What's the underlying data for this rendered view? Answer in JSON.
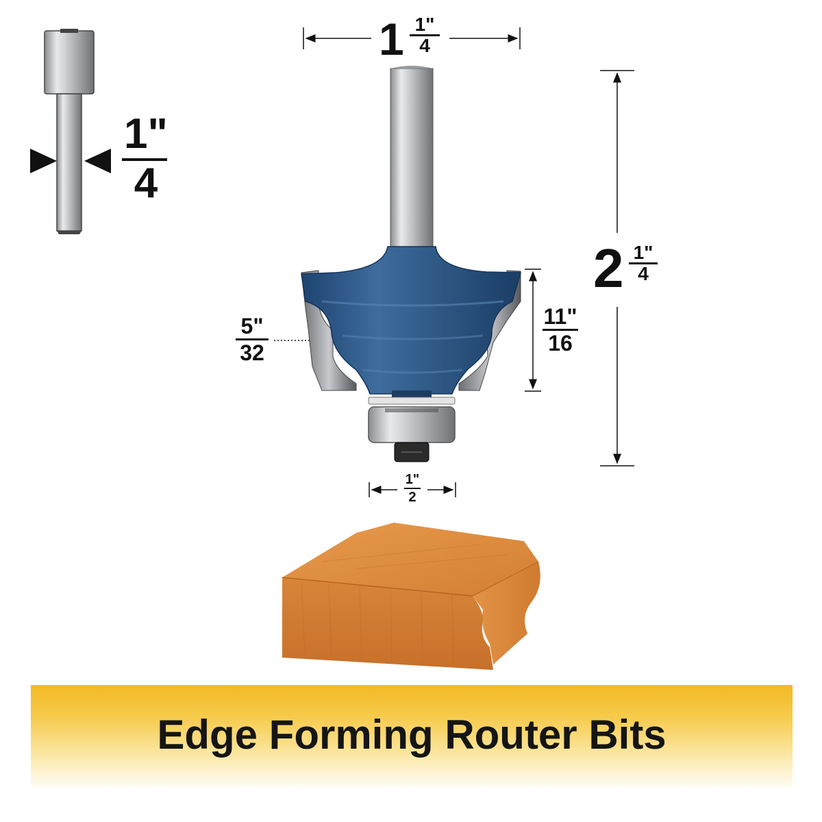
{
  "banner": {
    "title": "Edge Forming Router Bits"
  },
  "dimensions": {
    "cutting_width": {
      "whole": "1",
      "numerator": "1\"",
      "denominator": "4"
    },
    "shank": {
      "numerator": "1\"",
      "denominator": "4"
    },
    "overall_length": {
      "whole": "2",
      "numerator": "1\"",
      "denominator": "4"
    },
    "cutting_length": {
      "numerator": "11\"",
      "denominator": "16"
    },
    "radius": {
      "numerator": "5\"",
      "denominator": "32"
    },
    "bearing": {
      "numerator": "1\"",
      "denominator": "2"
    }
  },
  "colors": {
    "bit_blue": "#2f5a86",
    "wood": "#d7873c",
    "banner": "#f2b924"
  }
}
